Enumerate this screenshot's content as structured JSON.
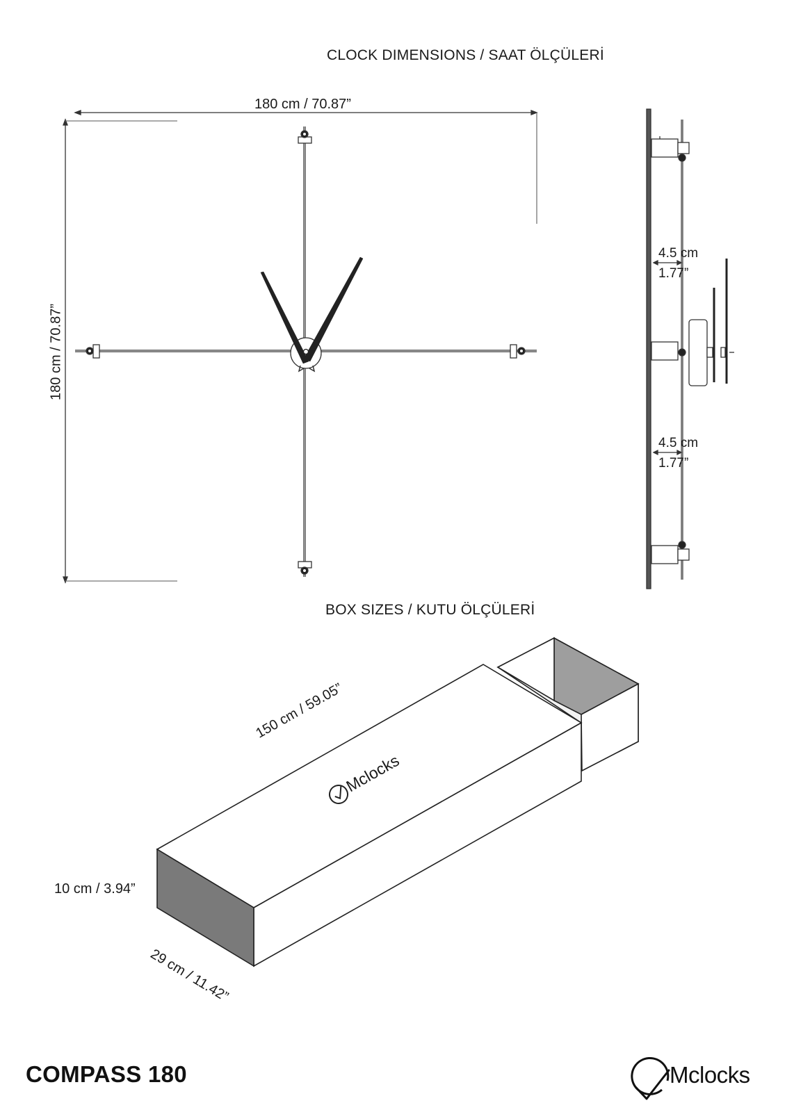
{
  "headings": {
    "clock": "CLOCK DIMENSIONS / SAAT ÖLÇÜLERİ",
    "box": "BOX SIZES / KUTU ÖLÇÜLERİ"
  },
  "clock": {
    "width_label": "180 cm / 70.87”",
    "height_label": "180 cm / 70.87”",
    "offset_top_cm": "4.5 cm",
    "offset_top_in": "1.77”",
    "offset_bottom_cm": "4.5 cm",
    "offset_bottom_in": "1.77”"
  },
  "box": {
    "length_label": "150 cm / 59.05”",
    "height_label": "10 cm / 3.94”",
    "depth_label": "29 cm / 11.42”",
    "brand_on_box": "Mclocks"
  },
  "footer": {
    "product_name": "COMPASS 180",
    "brand": "Mclocks"
  }
}
